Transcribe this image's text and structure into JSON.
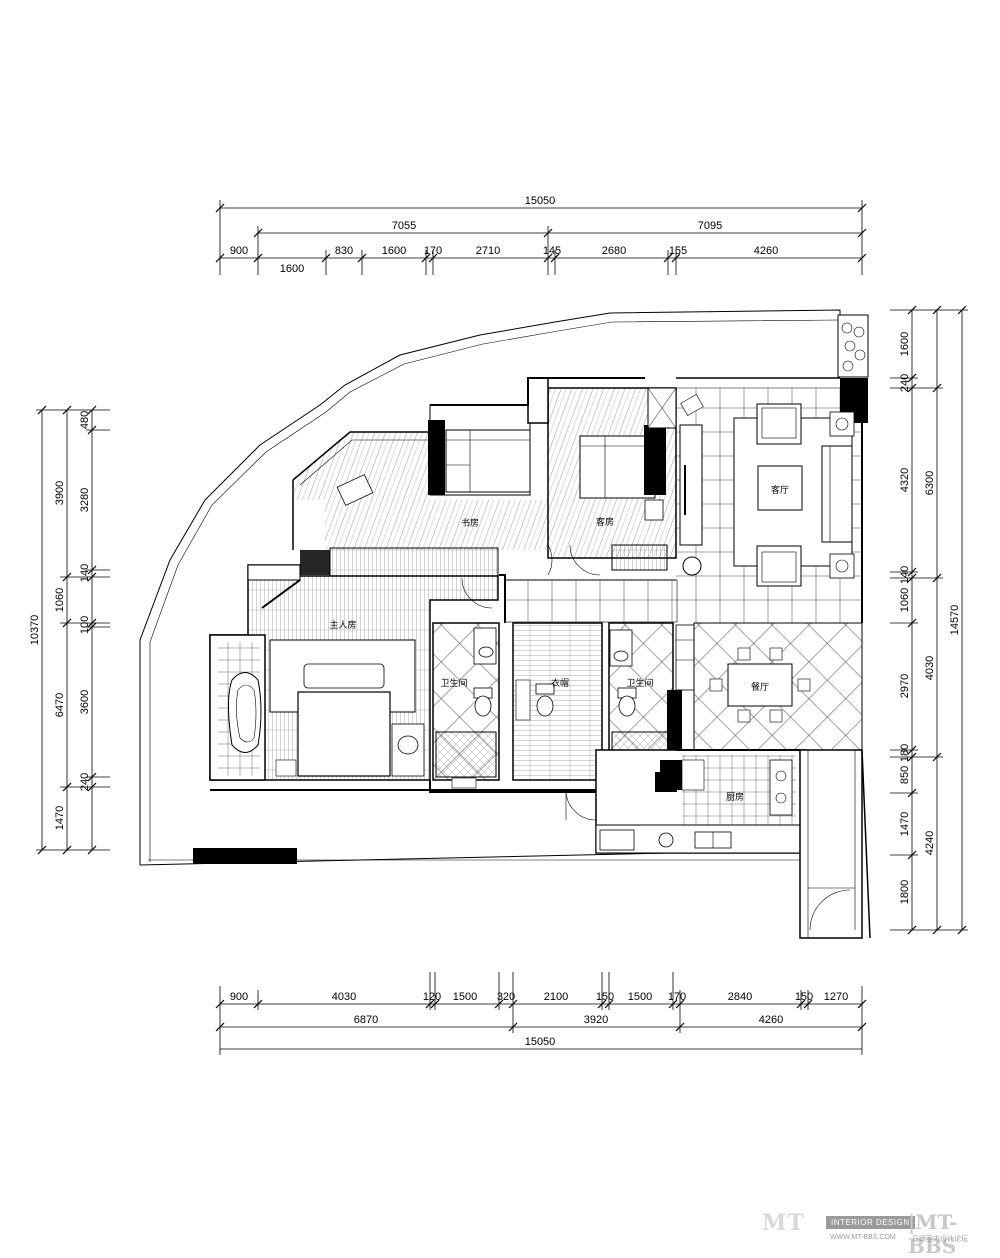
{
  "top_dims": {
    "total": "15050",
    "half_left": "7055",
    "half_right": "7095",
    "seg": [
      "900",
      "830",
      "1600",
      "170",
      "2710",
      "145",
      "2680",
      "155",
      "4260"
    ],
    "sub": "1600"
  },
  "bottom_dims": {
    "seg": [
      "900",
      "4030",
      "120",
      "1500",
      "320",
      "2100",
      "150",
      "1500",
      "170",
      "2840",
      "150",
      "1270"
    ],
    "groups": [
      "6870",
      "3920",
      "4260"
    ],
    "total": "15050"
  },
  "left_dims": {
    "total": "10370",
    "outer": [
      "3900",
      "1060",
      "6470",
      "1470"
    ],
    "inner": [
      "480",
      "3280",
      "140",
      "100",
      "3600",
      "240"
    ]
  },
  "right_dims": {
    "total": "14570",
    "outer": [
      "6300",
      "4030",
      "4240"
    ],
    "inner": [
      "1600",
      "240",
      "4320",
      "140",
      "1060",
      "2970",
      "180",
      "850",
      "1470",
      "1800"
    ]
  },
  "rooms": {
    "study": "书房",
    "guest": "客房",
    "living": "客厅",
    "master": "主人房",
    "bath_left": "卫生间",
    "bath_right": "卫生间",
    "wardrobe": "衣帽",
    "dining": "餐厅",
    "kitchen": "厨房"
  },
  "watermark": {
    "mt": "MT",
    "badge": "INTERIOR DESIGN",
    "bbs": "|MT-BBS",
    "url": "WWW.MT-BBS.COM",
    "cn": "马蹄室内设计论坛"
  }
}
